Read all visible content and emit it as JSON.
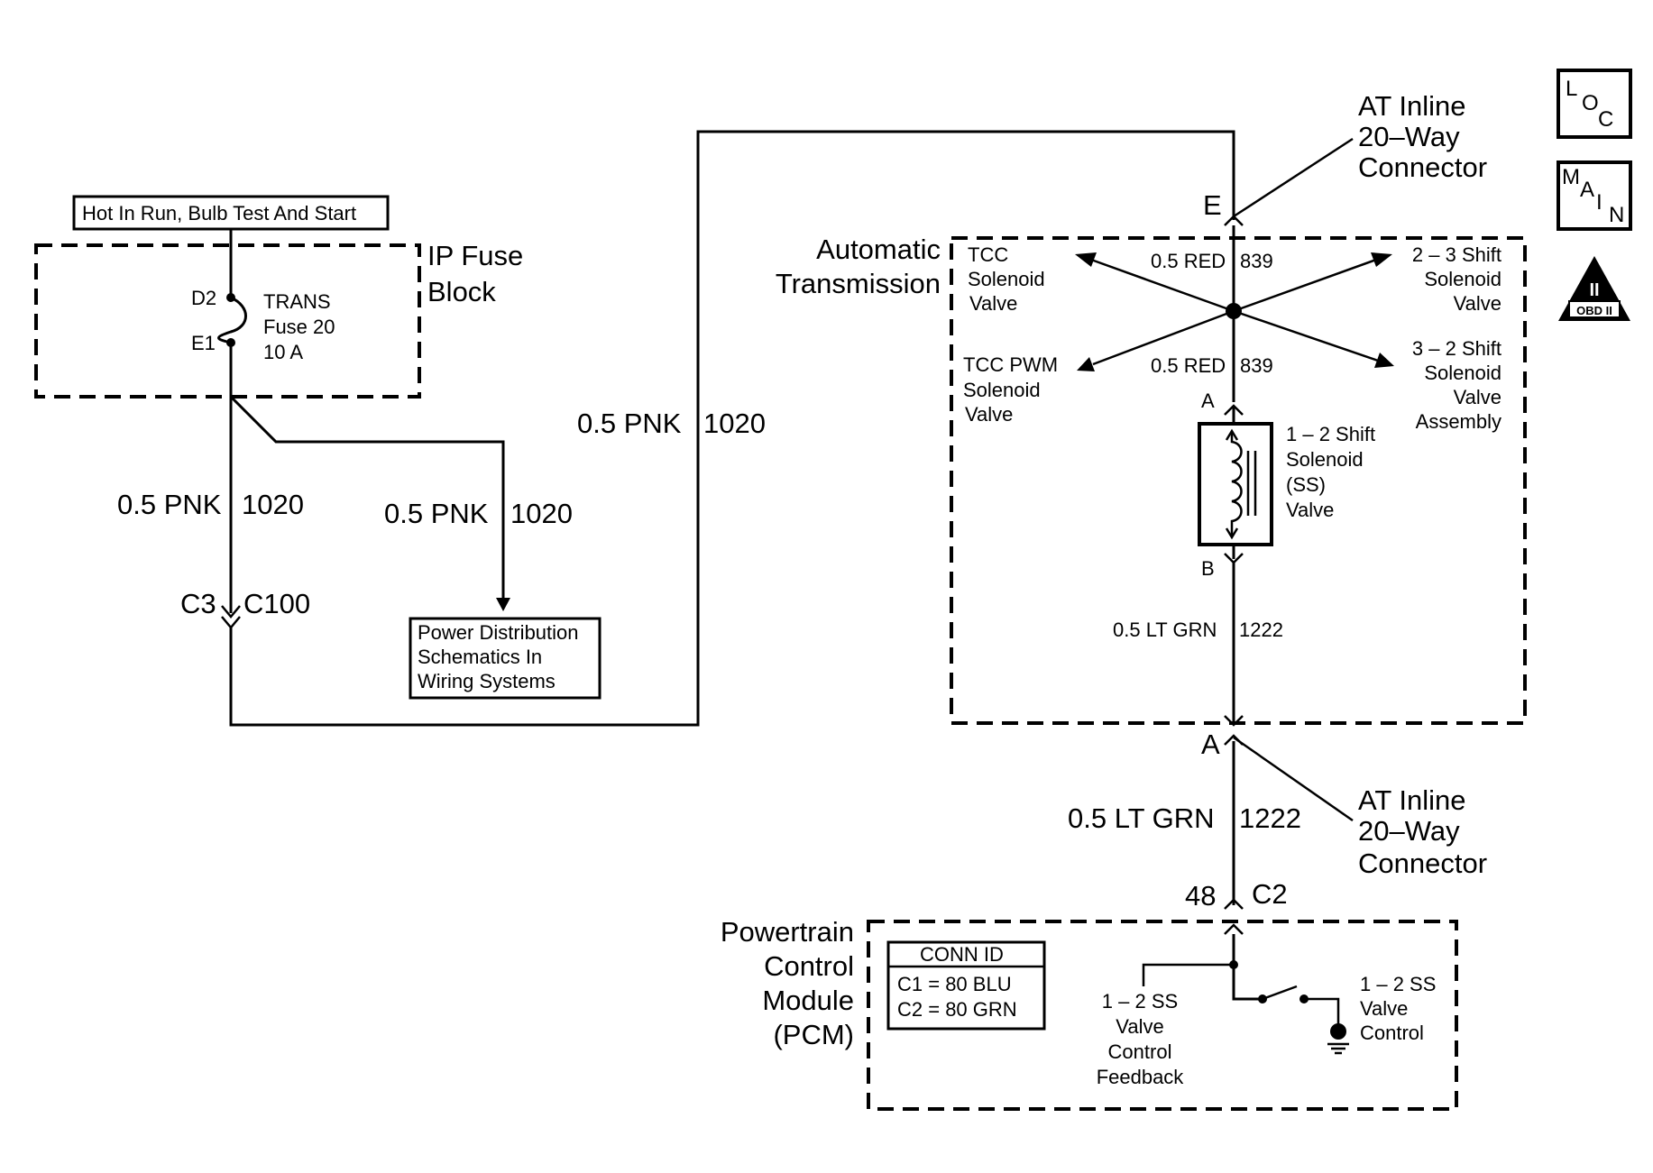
{
  "power": {
    "hot_label": "Hot In Run, Bulb Test And Start"
  },
  "ip_fuse_block": {
    "name_line1": "IP Fuse",
    "name_line2": "Block",
    "pin_top": "D2",
    "pin_bottom": "E1",
    "fuse_line1": "TRANS",
    "fuse_line2": "Fuse 20",
    "fuse_line3": "10 A"
  },
  "wires": {
    "pnk_left_gauge": "0.5 PNK",
    "pnk_left_circuit": "1020",
    "pnk_branch_gauge": "0.5 PNK",
    "pnk_branch_circuit": "1020",
    "pnk_mid_gauge": "0.5 PNK",
    "pnk_mid_circuit": "1020",
    "red_top_gauge": "0.5 RED",
    "red_top_circuit": "839",
    "red_bottom_gauge": "0.5 RED",
    "red_bottom_circuit": "839",
    "grn_inner_gauge": "0.5 LT GRN",
    "grn_inner_circuit": "1222",
    "grn_outer_gauge": "0.5 LT GRN",
    "grn_outer_circuit": "1222"
  },
  "connectors": {
    "c3": "C3",
    "c100": "C100",
    "inline_top_pin": "E",
    "inline_top_line1": "AT Inline",
    "inline_top_line2": "20–Way",
    "inline_top_line3": "Connector",
    "inline_bottom_pin": "A",
    "inline_bottom_line1": "AT Inline",
    "inline_bottom_line2": "20–Way",
    "inline_bottom_line3": "Connector",
    "pcm_pin": "48",
    "pcm_conn": "C2"
  },
  "power_distribution": {
    "line1": "Power Distribution",
    "line2": "Schematics In",
    "line3": "Wiring Systems"
  },
  "automatic_transmission": {
    "name_line1": "Automatic",
    "name_line2": "Transmission",
    "tcc_line1": "TCC",
    "tcc_line2": "Solenoid",
    "tcc_line3": "Valve",
    "tcc_pwm_line1": "TCC PWM",
    "tcc_pwm_line2": "Solenoid",
    "tcc_pwm_line3": "Valve",
    "shift23_line1": "2 – 3 Shift",
    "shift23_line2": "Solenoid",
    "shift23_line3": "Valve",
    "shift32_line1": "3 – 2 Shift",
    "shift32_line2": "Solenoid",
    "shift32_line3": "Valve",
    "shift32_line4": "Assembly",
    "ss_pin_a": "A",
    "ss_pin_b": "B",
    "ss_line1": "1 – 2 Shift",
    "ss_line2": "Solenoid",
    "ss_line3": "(SS)",
    "ss_line4": "Valve"
  },
  "pcm": {
    "name_line1": "Powertrain",
    "name_line2": "Control",
    "name_line3": "Module",
    "name_line4": "(PCM)",
    "conn_id_title": "CONN ID",
    "conn_c1": "C1  =  80 BLU",
    "conn_c2": "C2  =  80 GRN",
    "feedback_line1": "1 – 2 SS",
    "feedback_line2": "Valve",
    "feedback_line3": "Control",
    "feedback_line4": "Feedback",
    "control_line1": "1 – 2 SS",
    "control_line2": "Valve",
    "control_line3": "Control"
  },
  "side_icons": {
    "loc_l": "L",
    "loc_o": "O",
    "loc_c": "C",
    "main_m": "M",
    "main_a": "A",
    "main_i": "I",
    "main_n": "N",
    "obd_numeral": "II",
    "obd_label": "OBD II",
    "loc_icon": "loc-icon",
    "main_icon": "main-icon",
    "obd_icon": "obd-ii-icon"
  }
}
